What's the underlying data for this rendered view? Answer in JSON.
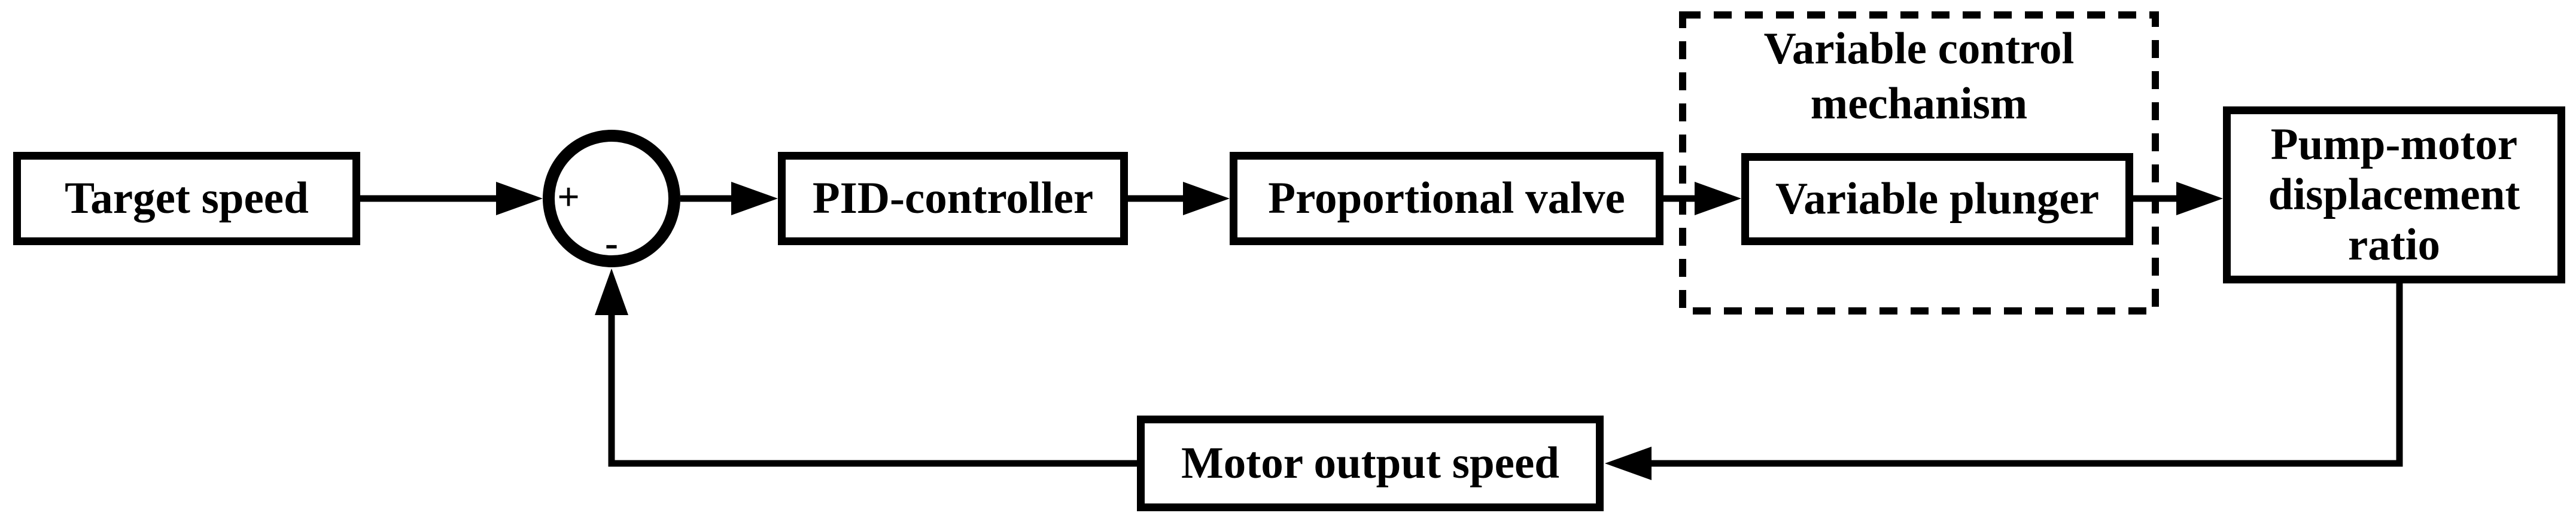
{
  "figure": {
    "type": "feedback-control-block-diagram",
    "background_color": "#ffffff",
    "line_color": "#000000",
    "nodes": {
      "target_speed": {
        "label": "Target speed"
      },
      "summing_junction": {
        "plus_sign": "+",
        "minus_sign": "-"
      },
      "pid_controller": {
        "label": "PID-controller"
      },
      "proportional_valve": {
        "label": "Proportional valve"
      },
      "variable_control_mechanism": {
        "label": "Variable control mechanism",
        "border_style": "dashed"
      },
      "variable_plunger": {
        "label": "Variable plunger"
      },
      "pump_motor_displacement_ratio": {
        "label": "Pump-motor displacement ratio"
      },
      "motor_output_speed": {
        "label": "Motor output speed"
      }
    },
    "connections": [
      {
        "from": "target_speed",
        "to": "summing_junction",
        "sign": "+"
      },
      {
        "from": "summing_junction",
        "to": "pid_controller"
      },
      {
        "from": "pid_controller",
        "to": "proportional_valve"
      },
      {
        "from": "proportional_valve",
        "to": "variable_plunger"
      },
      {
        "from": "variable_plunger",
        "to": "pump_motor_displacement_ratio"
      },
      {
        "from": "pump_motor_displacement_ratio",
        "to": "motor_output_speed"
      },
      {
        "from": "motor_output_speed",
        "to": "summing_junction",
        "sign": "-"
      }
    ]
  }
}
